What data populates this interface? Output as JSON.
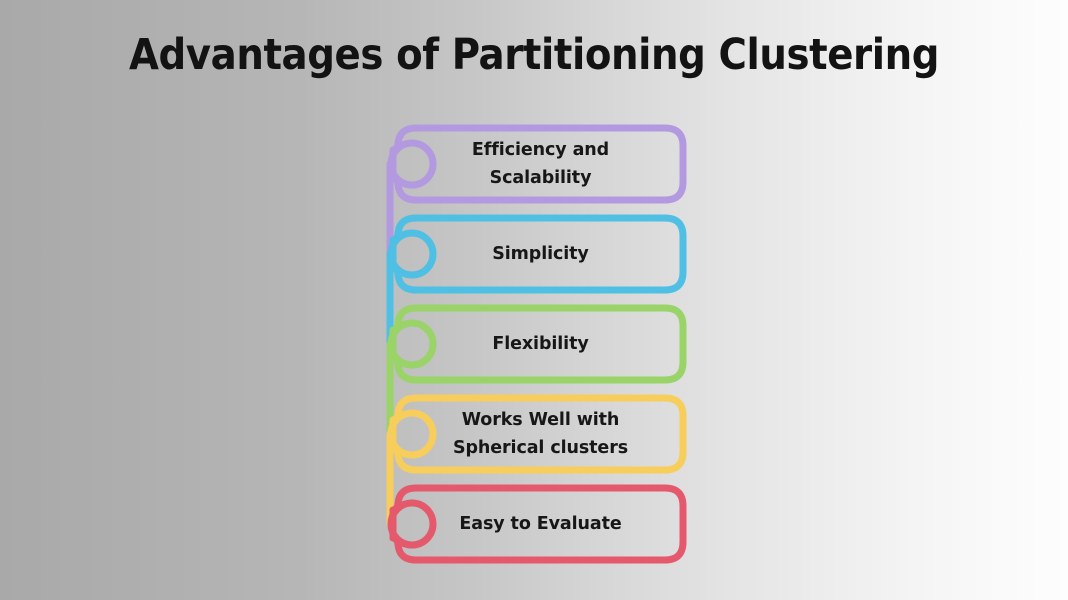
{
  "page": {
    "title": "Advantages of Partitioning Clustering",
    "background": {
      "type": "linear-gradient-horizontal",
      "from": "#a9a9a9",
      "to": "#fdfdfd"
    },
    "title_color": "#131313"
  },
  "diagram": {
    "type": "vertical-stacked-list",
    "connector_color_follows_item": true,
    "items": [
      {
        "label": "Efficiency and Scalability",
        "lines": [
          "Efficiency and",
          "Scalability"
        ],
        "color": "#b39ae0",
        "marker": "circle-node",
        "order": 1
      },
      {
        "label": "Simplicity",
        "lines": [
          "Simplicity"
        ],
        "color": "#4fc0e4",
        "marker": "circle-node",
        "order": 2
      },
      {
        "label": "Flexibility",
        "lines": [
          "Flexibility"
        ],
        "color": "#9ad368",
        "marker": "circle-node",
        "order": 3
      },
      {
        "label": "Works Well with Spherical clusters",
        "lines": [
          "Works Well with",
          "Spherical clusters"
        ],
        "color": "#f7cd5c",
        "marker": "circle-node",
        "order": 4
      },
      {
        "label": "Easy to Evaluate",
        "lines": [
          "Easy to Evaluate"
        ],
        "color": "#e4596b",
        "marker": "circle-node",
        "order": 5
      }
    ]
  }
}
